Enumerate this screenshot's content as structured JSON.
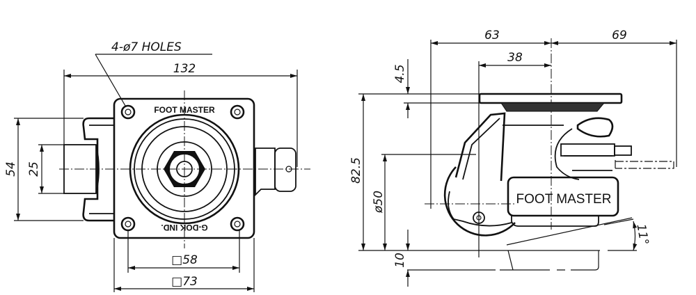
{
  "top_view": {
    "holes_note": "4-ø7 HOLES",
    "overall_width": "132",
    "height_54": "54",
    "height_25": "25",
    "hole_pitch": "□58",
    "plate_size": "□73",
    "brand_label": "FOOT MASTER",
    "maker_label": "G-DOK IND."
  },
  "side_view": {
    "dim_63": "63",
    "dim_69": "69",
    "dim_38": "38",
    "plate_thickness": "4.5",
    "overall_height": "82.5",
    "wheel_diameter": "ø50",
    "lift": "10",
    "angle": "11°",
    "brand_label": "FOOT MASTER"
  }
}
